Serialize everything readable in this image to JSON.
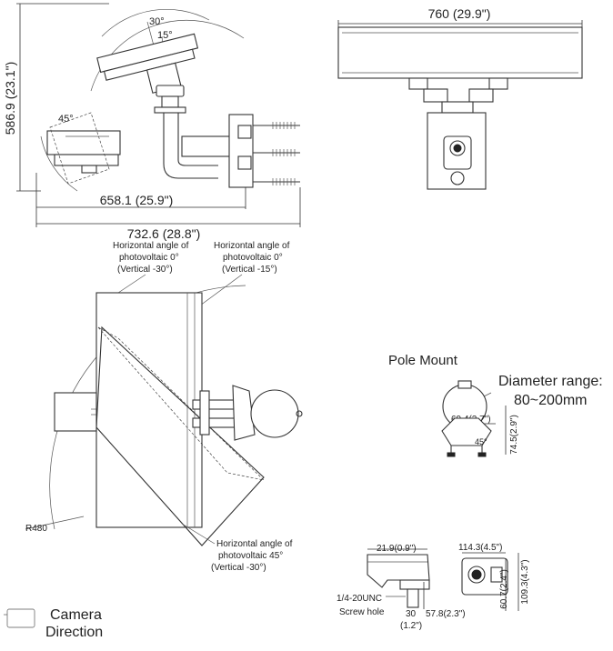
{
  "side_view": {
    "height_dim": "586.9 (23.1\")",
    "width_inner_dim": "658.1 (25.9\")",
    "width_outer_dim": "732.6 (28.8\")",
    "angle_30": "30°",
    "angle_15": "15°",
    "angle_45": "45°"
  },
  "rear_view": {
    "width_dim": "760 (29.9\")"
  },
  "top_view": {
    "note_left": [
      "Horizontal angle of",
      "photovoltaic 0°",
      "(Vertical -30°)"
    ],
    "note_right": [
      "Horizontal angle of",
      "photovoltaic 0°",
      "(Vertical -15°)"
    ],
    "note_bottom": [
      "Horizontal angle of",
      "photovoltaic 45°",
      "(Vertical -30°)"
    ],
    "radius_label": "R480"
  },
  "pole_mount": {
    "title": "Pole Mount",
    "diameter_line1": "Diameter range:",
    "diameter_line2": "80~200mm",
    "dim_width": "69.4(2.7\")",
    "dim_height": "74.5(2.9\")",
    "angle": "45°"
  },
  "camera_detail": {
    "dim_top": "21.9(0.9\")",
    "dim_width": "114.3(4.5\")",
    "dim_height_outer": "109.3(4.3\")",
    "dim_height_inner": "60.7(2.4\")",
    "screw_line1": "1/4-20UNC",
    "screw_line2": "Screw hole",
    "dim_30": "30",
    "dim_30_in": "(1.2\")",
    "dim_57": "57.8(2.3\")"
  },
  "legend": {
    "line1": "Camera",
    "line2": "Direction"
  }
}
